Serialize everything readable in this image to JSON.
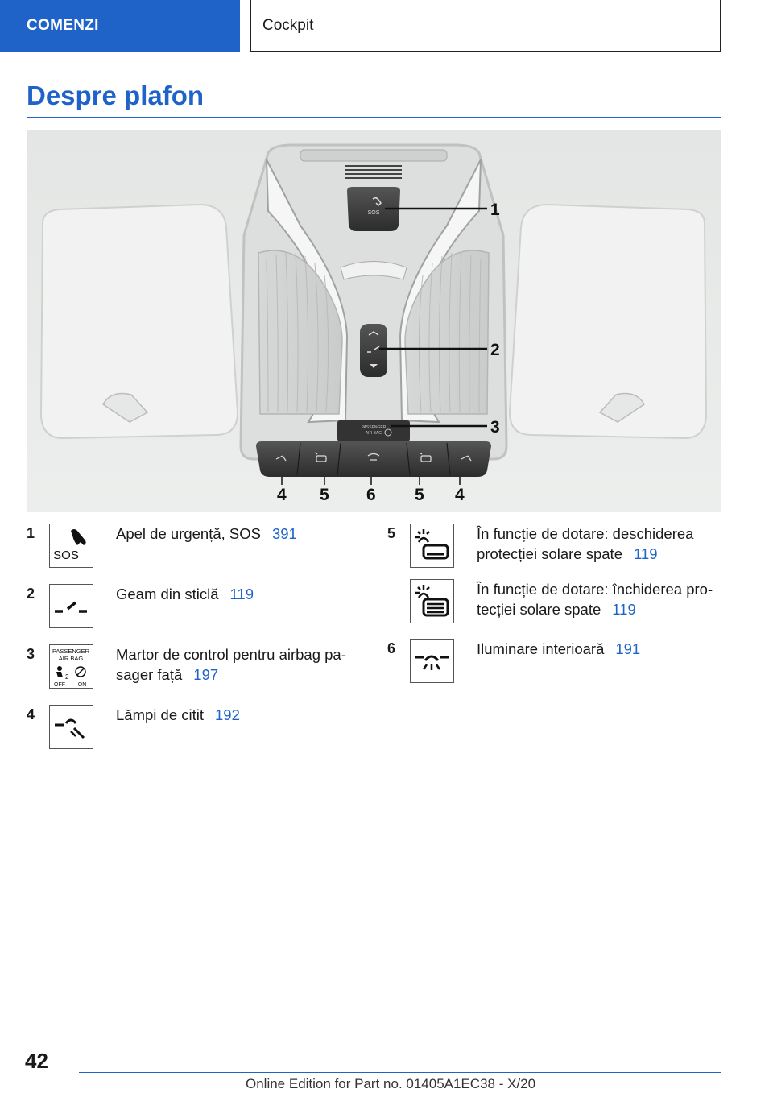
{
  "header": {
    "section": "COMENZI",
    "chapter": "Cockpit"
  },
  "title": "Despre plafon",
  "figure": {
    "sos_label": "SOS",
    "airbag_caption": "PASSENGER AIR BAG",
    "callouts": [
      "1",
      "2",
      "3",
      "4",
      "5",
      "6",
      "5",
      "4"
    ]
  },
  "legend": [
    {
      "num": "1",
      "icon": "sos-icon",
      "text": "Apel de urgență, SOS",
      "page": "391"
    },
    {
      "num": "2",
      "icon": "glass-roof-icon",
      "text": "Geam din sticlă",
      "page": "119"
    },
    {
      "num": "3",
      "icon": "passenger-airbag-icon",
      "line1": "Martor de control pentru airbag pa-",
      "line2": "sager față",
      "page": "197",
      "icon_text1": "PASSENGER",
      "icon_text2": "AIR BAG",
      "icon_off": "OFF",
      "icon_on": "ON"
    },
    {
      "num": "4",
      "icon": "reading-lamp-icon",
      "text": "Lămpi de citit",
      "page": "192"
    },
    {
      "num": "5",
      "icon": "sunblind-open-icon",
      "line1": "În funcție de dotare: deschiderea",
      "line2": "protecției solare spate",
      "page": "119"
    },
    {
      "icon": "sunblind-close-icon",
      "line1": "În funcție de dotare: închiderea pro-",
      "line2": "tecției solare spate",
      "page": "119"
    },
    {
      "num": "6",
      "icon": "interior-light-icon",
      "text": "Iluminare interioară",
      "page": "191"
    }
  ],
  "footer": {
    "page_number": "42",
    "edition": "Online Edition for Part no. 01405A1EC38 - X/20"
  },
  "colors": {
    "accent": "#1f63c8"
  }
}
